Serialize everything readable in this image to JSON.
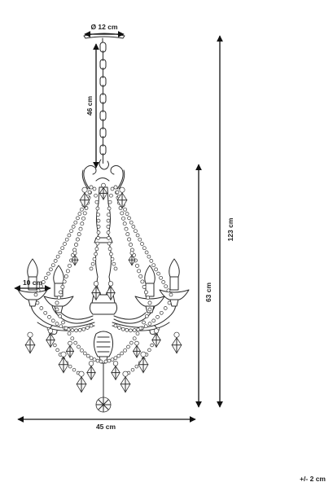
{
  "dimensions": {
    "canopy_diameter": "Ø 12 cm",
    "chain_length": "46 cm",
    "total_height": "123 cm",
    "body_height": "63 cm",
    "candle_width": "10 cm",
    "overall_width": "45 cm"
  },
  "tolerance": "+/- 2 cm",
  "colors": {
    "line": "#2a2a2a",
    "dimension": "#111111",
    "background": "#ffffff"
  }
}
